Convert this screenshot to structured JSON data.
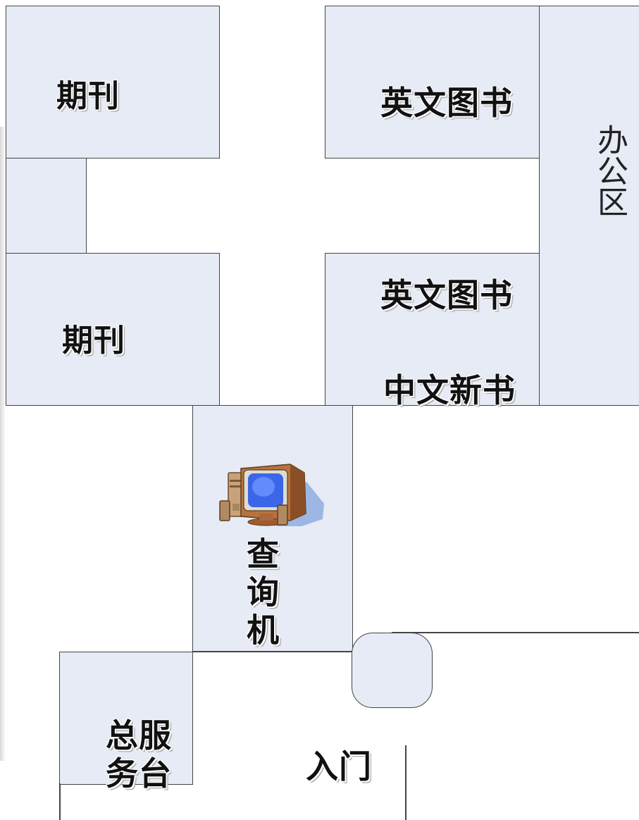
{
  "zones": {
    "periodicals_top": "期刊",
    "periodicals_bottom": "期刊",
    "english_books_top": "英文图书",
    "english_books_bottom": "英文图书",
    "chinese_new_books": "中文新书",
    "office_area": "办公区",
    "query_machine": "查询机",
    "service_desk_line1": "总服",
    "service_desk_line2": "务台",
    "entrance": "入门"
  },
  "icons": {
    "computer": "computer-icon"
  },
  "colors": {
    "room_fill": "#e6ebf5",
    "wall_line": "#454545"
  }
}
